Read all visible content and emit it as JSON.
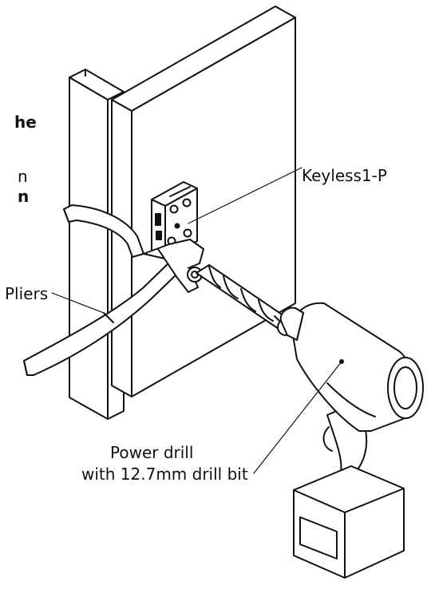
{
  "labels": {
    "keyless": "Keyless1-P",
    "pliers": "Pliers",
    "drill_line1": "Power drill",
    "drill_line2": "with 12.7mm drill bit"
  },
  "cropped_text": {
    "line1": "he",
    "line2": "n",
    "line3": "n"
  },
  "colors": {
    "stroke": "#111111",
    "fill": "#ffffff"
  }
}
